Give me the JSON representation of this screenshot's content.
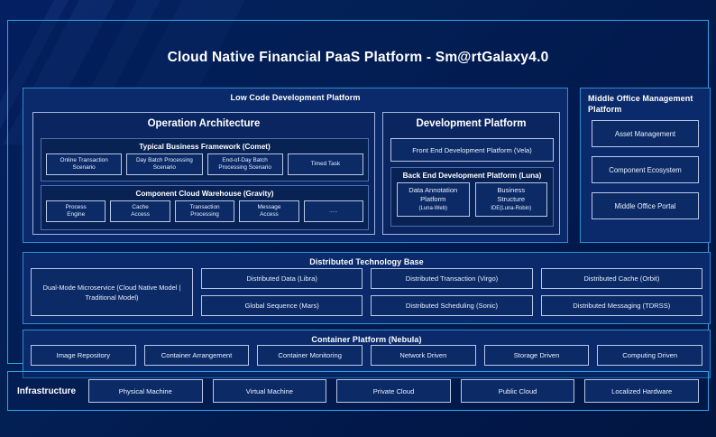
{
  "title": "Cloud Native Financial PaaS Platform - Sm@rtGalaxy4.0",
  "colors": {
    "accent": "#2aa7e8",
    "panel_bg": "#0a2a6b",
    "chip_border": "#b9c8e8",
    "background": "#042063"
  },
  "low_code": {
    "title": "Low Code Development Platform",
    "operation_architecture": {
      "title": "Operation Architecture",
      "typical_business_framework": {
        "title": "Typical Business Framework (Comet)",
        "items": [
          {
            "line1": "Online Transaction",
            "line2": "Scenario"
          },
          {
            "line1": "Day Batch Processing",
            "line2": "Scenario"
          },
          {
            "line1": "End-of-Day Batch",
            "line2": "Processing Scenario"
          },
          {
            "line1": "Timed Task",
            "line2": ""
          }
        ]
      },
      "component_cloud_warehouse": {
        "title": "Component Cloud Warehouse (Gravity)",
        "items": [
          {
            "line1": "Process",
            "line2": "Engine"
          },
          {
            "line1": "Cache",
            "line2": "Access"
          },
          {
            "line1": "Transaction",
            "line2": "Processing"
          },
          {
            "line1": "Message",
            "line2": "Access"
          },
          {
            "line1": "......",
            "line2": ""
          }
        ]
      }
    },
    "development_platform": {
      "title": "Development Platform",
      "front_end": "Front End Development Platform (Vela)",
      "back_end": {
        "title": "Back End Development Platform (Luna)",
        "items": [
          {
            "line1": "Data Annotation",
            "line2": "Platform",
            "line3": "(Luna-Web)"
          },
          {
            "line1": "Business",
            "line2": "Structure",
            "line3": "IDE(Luna-Robin)"
          }
        ]
      }
    }
  },
  "middle_office": {
    "title": "Middle Office Management Platform",
    "items": [
      "Asset Management",
      "Component Ecosystem",
      "Middle Office Portal"
    ]
  },
  "distributed_technology_base": {
    "title": "Distributed Technology Base",
    "dual_mode": {
      "line1": "Dual-Mode Microservice",
      "line2": "(Cloud Native Model | Traditional",
      "line3": "Model)"
    },
    "columns": [
      [
        "Distributed Data (Libra)",
        "Global Sequence (Mars)"
      ],
      [
        "Distributed Transaction (Virgo)",
        "Distributed Scheduling (Sonic)"
      ],
      [
        "Distributed Cache (Orbit)",
        "Distributed Messaging (TDRSS)"
      ]
    ]
  },
  "container_platform": {
    "title": "Container Platform (Nebula)",
    "items": [
      "Image Repository",
      "Container Arrangement",
      "Container Monitoring",
      "Network Driven",
      "Storage Driven",
      "Computing Driven"
    ]
  },
  "infrastructure": {
    "label": "Infrastructure",
    "items": [
      "Physical Machine",
      "Virtual Machine",
      "Private Cloud",
      "Public Cloud",
      "Localized Hardware"
    ]
  }
}
